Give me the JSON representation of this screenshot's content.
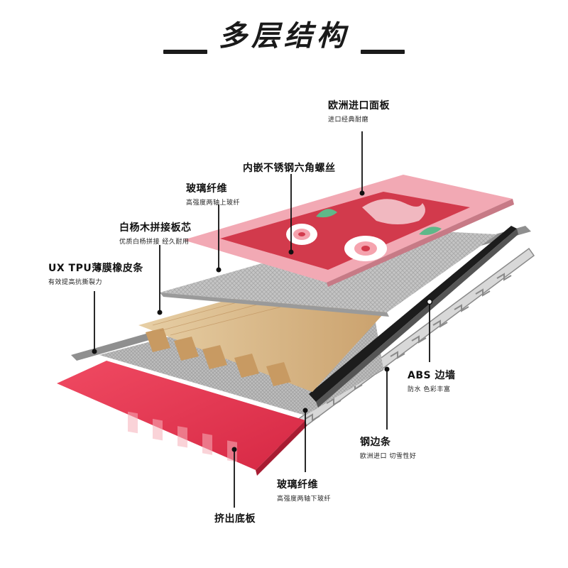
{
  "title": "多层结构",
  "labels": [
    {
      "id": "euro-panel",
      "title": "欧洲进口面板",
      "sub": "进口经典耐磨"
    },
    {
      "id": "stainless-screw",
      "title": "内嵌不锈钢六角螺丝",
      "sub": ""
    },
    {
      "id": "fiberglass-top",
      "title": "玻璃纤维",
      "sub": "高强度两轴上玻纤"
    },
    {
      "id": "poplar-core",
      "title": "白杨木拼接板芯",
      "sub": "优质白杨拼接 经久耐用"
    },
    {
      "id": "tpu-strip",
      "title": "UX TPU薄膜橡皮条",
      "sub": "有效提高抗撕裂力"
    },
    {
      "id": "abs-sidewall",
      "title": "ABS 边墙",
      "sub": "防水 色彩丰富"
    },
    {
      "id": "steel-edge",
      "title": "钢边条",
      "sub": "欧洲进口 切雪性好"
    },
    {
      "id": "fiberglass-bottom",
      "title": "玻璃纤维",
      "sub": "高强度两轴下玻纤"
    },
    {
      "id": "extruded-base",
      "title": "挤出底板",
      "sub": ""
    }
  ],
  "colors": {
    "top_panel": "#f2a9b4",
    "top_graphic": "#d23a4c",
    "base": "#e8344f",
    "fiberglass": "#b9b9b9",
    "wood": "#d9b98a",
    "sidewall": "#1c1c1c",
    "steel": "#9a9a9a",
    "leader": "#111111"
  }
}
